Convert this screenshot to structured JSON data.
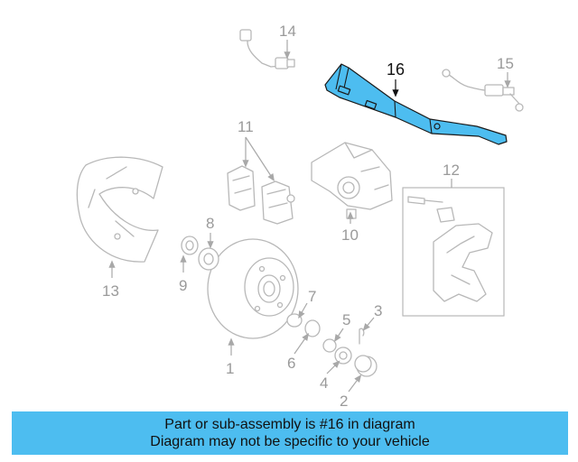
{
  "callouts": {
    "c1": "1",
    "c2": "2",
    "c3": "3",
    "c4": "4",
    "c5": "5",
    "c6": "6",
    "c7": "7",
    "c8": "8",
    "c9": "9",
    "c10": "10",
    "c11": "11",
    "c12": "12",
    "c13": "13",
    "c14": "14",
    "c15": "15",
    "c16": "16"
  },
  "highlight_color": "#4dbdf0",
  "caption": {
    "line1": "Part or sub-assembly is #16 in diagram",
    "line2": "Diagram may not be specific to your vehicle"
  }
}
